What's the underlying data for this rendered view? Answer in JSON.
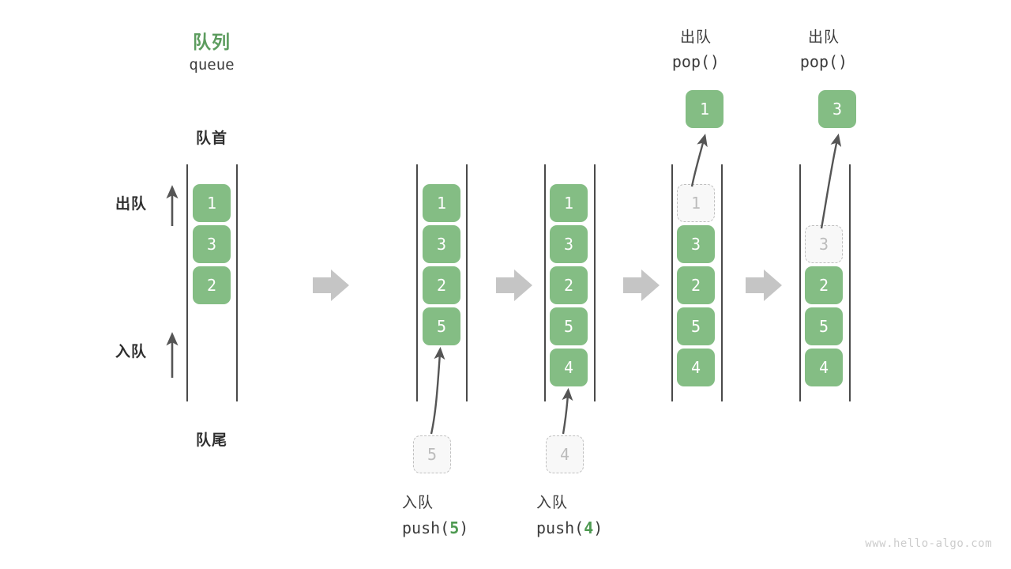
{
  "diagram": {
    "title_cn": "队列",
    "title_en": "queue",
    "front_label": "队首",
    "rear_label": "队尾",
    "dequeue_axis_label": "出队",
    "enqueue_axis_label": "入队",
    "watermark": "www.hello-algo.com",
    "colors": {
      "element_fill": "#84bd84",
      "element_text": "#ffffff",
      "ghost_fill": "#f8f8f8",
      "ghost_border": "#c0c0c0",
      "ghost_text": "#bcbcbc",
      "rail": "#4a4a4a",
      "arrow_gray": "#c5c5c5",
      "thin_arrow": "#555555",
      "accent_green": "#5c9c5e",
      "text": "#3c3c3c"
    }
  },
  "columns": [
    {
      "id": "initial",
      "header_cn": "",
      "header_code": "",
      "cells": [
        "1",
        "3",
        "2"
      ],
      "caption_cn": "",
      "caption_code": ""
    },
    {
      "id": "after-push-5",
      "header_cn": "",
      "header_code": "",
      "cells": [
        "1",
        "3",
        "2",
        "5"
      ],
      "incoming_value": "5",
      "caption_cn": "入队",
      "caption_code_prefix": "push(",
      "caption_code_num": "5",
      "caption_code_suffix": ")"
    },
    {
      "id": "after-push-4",
      "header_cn": "",
      "header_code": "",
      "cells": [
        "1",
        "3",
        "2",
        "5",
        "4"
      ],
      "incoming_value": "4",
      "caption_cn": "入队",
      "caption_code_prefix": "push(",
      "caption_code_num": "4",
      "caption_code_suffix": ")"
    },
    {
      "id": "after-pop-1",
      "header_cn": "出队",
      "header_code": "pop()",
      "popped_value": "1",
      "cells": [
        "1",
        "3",
        "2",
        "5",
        "4"
      ],
      "ghost_index": 0
    },
    {
      "id": "after-pop-3",
      "header_cn": "出队",
      "header_code": "pop()",
      "popped_value": "3",
      "cells": [
        "",
        "3",
        "2",
        "5",
        "4"
      ],
      "ghost_index": 1
    }
  ]
}
